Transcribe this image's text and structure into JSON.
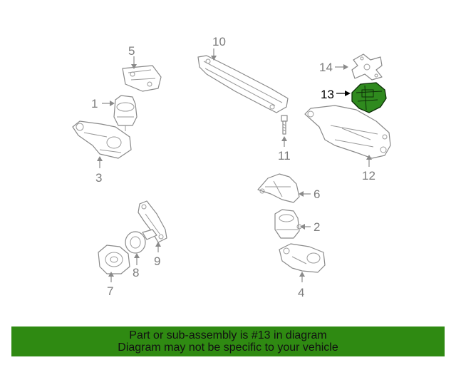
{
  "callouts": {
    "p1": "1",
    "p2": "2",
    "p3": "3",
    "p4": "4",
    "p5": "5",
    "p6": "6",
    "p7": "7",
    "p8": "8",
    "p9": "9",
    "p10": "10",
    "p11": "11",
    "p12": "12",
    "p13": "13",
    "p14": "14"
  },
  "highlighted_part": "13",
  "banner": {
    "line1": "Part or sub-assembly is #13 in diagram",
    "line2": "Diagram may not be specific to your vehicle"
  },
  "colors": {
    "highlight": "#2f8a1e",
    "banner_bg": "#2f8a12",
    "line_gray": "#8a8a8a"
  }
}
